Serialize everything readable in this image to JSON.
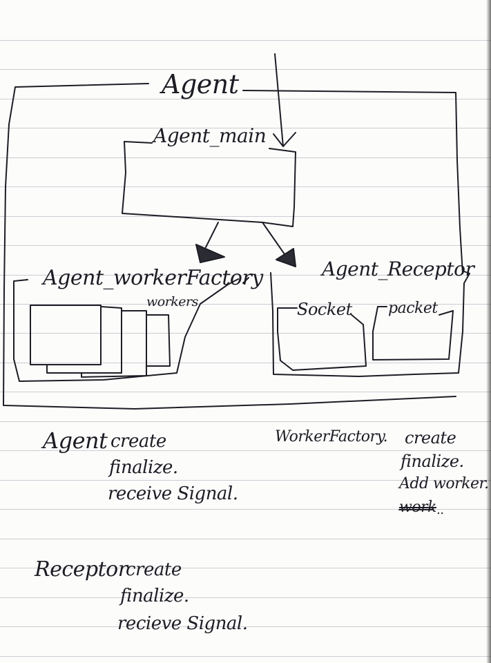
{
  "diagram": {
    "agent_label": "Agent",
    "agent_main_label": "Agent_main",
    "worker_factory_label": "Agent_workerFactory",
    "workers_label": "workers",
    "receptor_label": "Agent_Receptor",
    "socket_label": "Socket",
    "packet_label": "packet"
  },
  "notes": {
    "agent": {
      "title": "Agent",
      "methods": [
        "create",
        "finalize.",
        "receive Signal."
      ]
    },
    "worker_factory": {
      "title": "WorkerFactory.",
      "methods": [
        "create",
        "finalize.",
        "Add worker.",
        "work",
        ".."
      ]
    },
    "receptor": {
      "title": "Receptor",
      "methods": [
        "create",
        "finalize.",
        "recieve Signal."
      ]
    }
  }
}
